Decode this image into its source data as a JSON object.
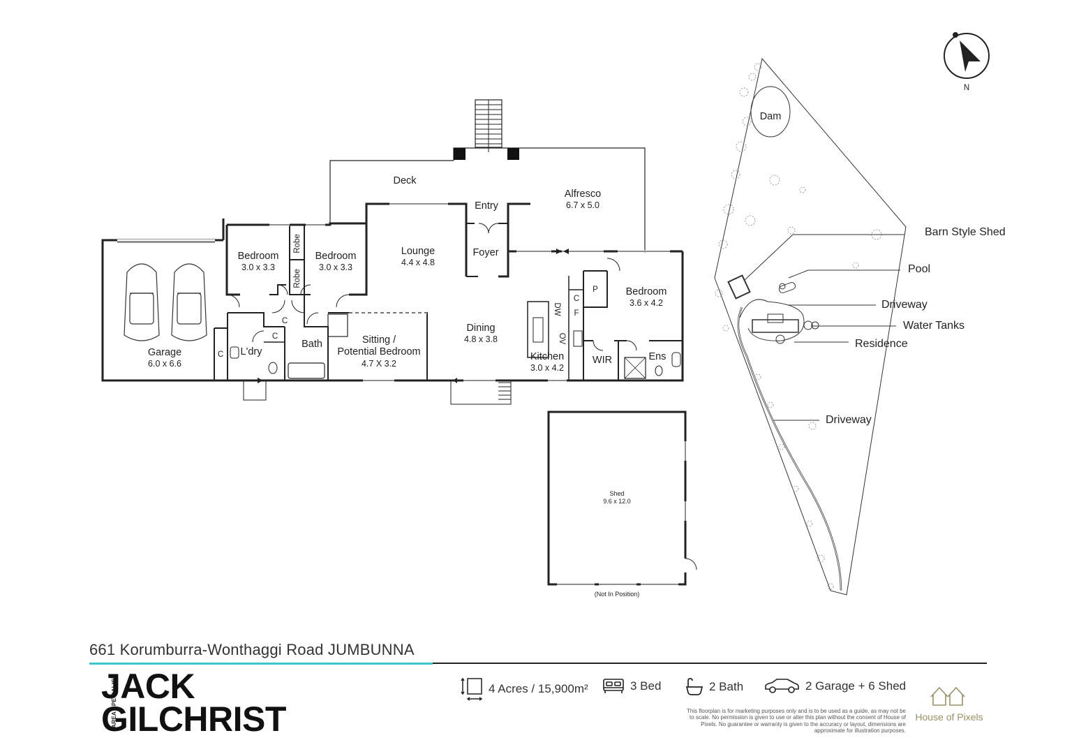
{
  "compass": {
    "label": "N"
  },
  "floorplan": {
    "rooms": [
      {
        "key": "deck",
        "name": "Deck",
        "size": ""
      },
      {
        "key": "alfresco",
        "name": "Alfresco",
        "size": "6.7 x 5.0"
      },
      {
        "key": "entry",
        "name": "Entry",
        "size": ""
      },
      {
        "key": "foyer",
        "name": "Foyer",
        "size": ""
      },
      {
        "key": "lounge",
        "name": "Lounge",
        "size": "4.4 x 4.8"
      },
      {
        "key": "bedroom1",
        "name": "Bedroom",
        "size": "3.0 x 3.3"
      },
      {
        "key": "bedroom2",
        "name": "Bedroom",
        "size": "3.0 x 3.3"
      },
      {
        "key": "garage",
        "name": "Garage",
        "size": "6.0 x 6.6"
      },
      {
        "key": "laundry",
        "name": "L'dry",
        "size": ""
      },
      {
        "key": "bath",
        "name": "Bath",
        "size": ""
      },
      {
        "key": "sitting",
        "name": "Sitting /",
        "name2": "Potential Bedroom",
        "size": "4.7 X 3.2"
      },
      {
        "key": "dining",
        "name": "Dining",
        "size": "4.8 x 3.8"
      },
      {
        "key": "kitchen",
        "name": "Kitchen",
        "size": "3.0 x 4.2"
      },
      {
        "key": "bedroom3",
        "name": "Bedroom",
        "size": "3.6 x 4.2"
      },
      {
        "key": "wir",
        "name": "WIR",
        "size": ""
      },
      {
        "key": "ens",
        "name": "Ens",
        "size": ""
      },
      {
        "key": "shed",
        "name": "Shed",
        "size": "9.6 x 12.0"
      }
    ],
    "fixtures": {
      "robe": "Robe",
      "cupboard": "C",
      "pantry": "P",
      "fridge": "F",
      "dishwasher": "DW",
      "oven": "OV"
    },
    "shed_note": "(Not In Position)"
  },
  "site_plan": {
    "dam": "Dam",
    "labels": [
      "Barn Style Shed",
      "Pool",
      "Driveway",
      "Water Tanks",
      "Residence",
      "Driveway"
    ]
  },
  "footer": {
    "address": "661 Korumburra-Wonthaggi Road JUMBUNNA",
    "brand_tag": "AREA SPECIALIST",
    "brand_line1": "JACK",
    "brand_line2": "GILCHRIST",
    "stats": [
      {
        "icon": "land-area-icon",
        "label": "4 Acres / 15,900m²"
      },
      {
        "icon": "bed-icon",
        "label": "3 Bed"
      },
      {
        "icon": "bath-icon",
        "label": "2 Bath"
      },
      {
        "icon": "car-icon",
        "label": "2 Garage + 6 Shed"
      }
    ],
    "disclaimer": "This floorplan is for marketing purposes only and is to be used as a guide, as may not be to scale. No permission is given to use or alter this plan without the consent of House of Pixels. No guarantee or warranty is given to the accuracy or layout, dimensions are approximate for illustration purposes.",
    "logo_name": "House of Pixels",
    "colors": {
      "accent": "#3cc4cf",
      "logo": "#9a8f62"
    }
  }
}
